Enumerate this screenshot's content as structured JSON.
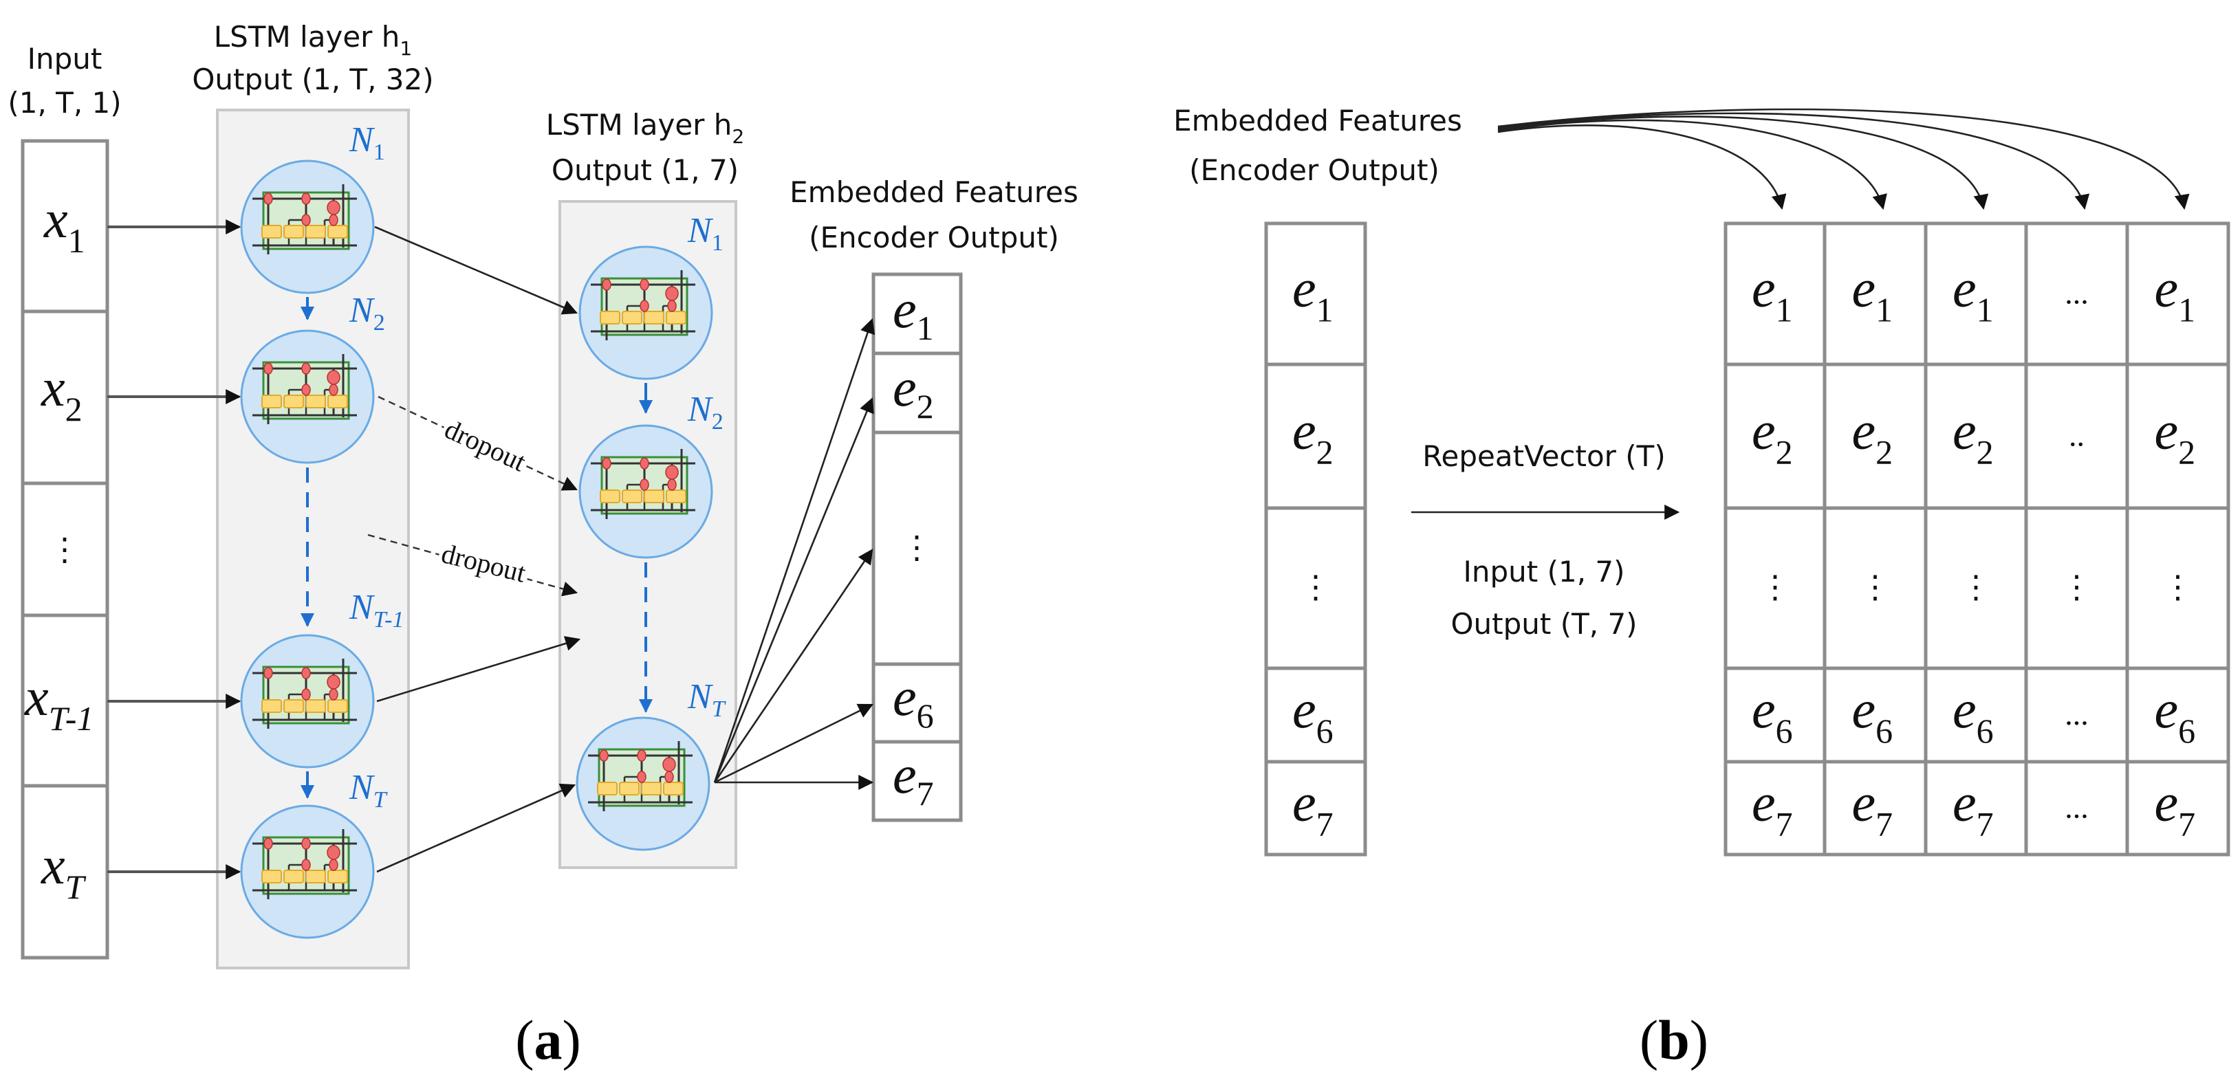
{
  "figure": {
    "panel_a": {
      "caption_open": "(",
      "caption_letter": "a",
      "caption_close": ")",
      "input": {
        "title": "Input",
        "shape": "(1, T, 1)",
        "cells": [
          {
            "var": "x",
            "sub": "1",
            "sub_italic": false
          },
          {
            "var": "x",
            "sub": "2",
            "sub_italic": false
          },
          {
            "var": "",
            "sub": "",
            "dots": "⋮"
          },
          {
            "var": "x",
            "sub": "T-1",
            "sub_italic": true
          },
          {
            "var": "x",
            "sub": "T",
            "sub_italic": true
          }
        ]
      },
      "lstm1": {
        "title_main": "LSTM layer h",
        "title_sub": "1",
        "output": "Output (1, T, 32)",
        "nodes": [
          {
            "label": "N",
            "sub": "1"
          },
          {
            "label": "N",
            "sub": "2"
          },
          {
            "label": "N",
            "sub": "T-1"
          },
          {
            "label": "N",
            "sub": "T"
          }
        ]
      },
      "lstm2": {
        "title_main": "LSTM layer h",
        "title_sub": "2",
        "output": "Output (1, 7)",
        "nodes": [
          {
            "label": "N",
            "sub": "1"
          },
          {
            "label": "N",
            "sub": "2"
          },
          {
            "label": "N",
            "sub": "T"
          }
        ]
      },
      "dropout_labels": [
        "dropout",
        "dropout"
      ],
      "encoder": {
        "title": "Embedded Features",
        "subtitle": "(Encoder Output)",
        "cells": [
          {
            "var": "e",
            "sub": "1"
          },
          {
            "var": "e",
            "sub": "2"
          },
          {
            "var": "",
            "sub": "",
            "dots": "⋮"
          },
          {
            "var": "e",
            "sub": "6"
          },
          {
            "var": "e",
            "sub": "7"
          }
        ]
      }
    },
    "panel_b": {
      "caption_open": "(",
      "caption_letter": "b",
      "caption_close": ")",
      "source_title": "Embedded Features",
      "source_subtitle": "(Encoder Output)",
      "vector_cells": [
        {
          "var": "e",
          "sub": "1"
        },
        {
          "var": "e",
          "sub": "2"
        },
        {
          "var": "",
          "sub": "",
          "dots": "⋮"
        },
        {
          "var": "e",
          "sub": "6"
        },
        {
          "var": "e",
          "sub": "7"
        }
      ],
      "operation": "RepeatVector (T)",
      "op_input": "Input (1, 7)",
      "op_output": "Output (T, 7)",
      "matrix": {
        "rows": [
          [
            "e|1",
            "e|1",
            "e|1",
            "...",
            "e|1"
          ],
          [
            "e|2",
            "e|2",
            "e|2",
            "..",
            "e|2"
          ],
          [
            "⋮",
            "⋮",
            "⋮",
            "⋮",
            "⋮"
          ],
          [
            "e|6",
            "e|6",
            "e|6",
            "...",
            "e|6"
          ],
          [
            "e|7",
            "e|7",
            "e|7",
            "...",
            "e|7"
          ]
        ]
      }
    },
    "colors": {
      "node_fill": "#cfe4f7",
      "node_stroke": "#6aaae4",
      "cell_green": "#d7ecd2",
      "cell_green_stroke": "#3a8f3a",
      "gate_red": "#ef6b6b",
      "gate_yellow": "#fcd978",
      "accent_blue": "#1e6fd0"
    }
  }
}
